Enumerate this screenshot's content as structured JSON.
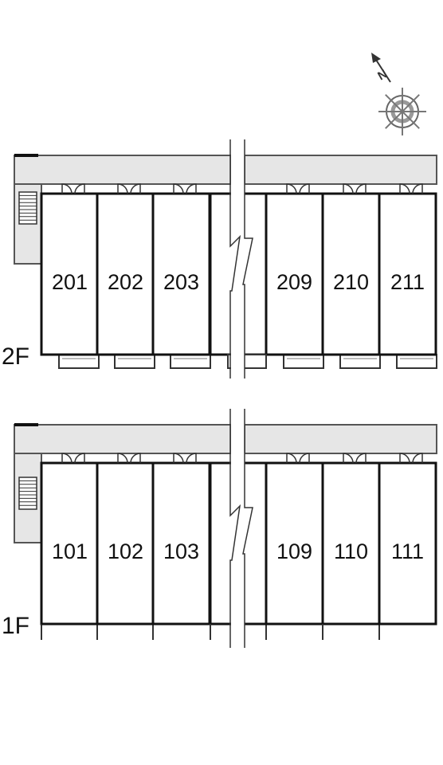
{
  "compass": {
    "letter": "N"
  },
  "floors": [
    {
      "label": "2F",
      "units": [
        "201",
        "202",
        "203",
        "209",
        "210",
        "211"
      ]
    },
    {
      "label": "1F",
      "units": [
        "101",
        "102",
        "103",
        "109",
        "110",
        "111"
      ]
    }
  ],
  "colors": {
    "corridor": "#e6e6e6",
    "wall": "#111111",
    "background": "#ffffff"
  }
}
